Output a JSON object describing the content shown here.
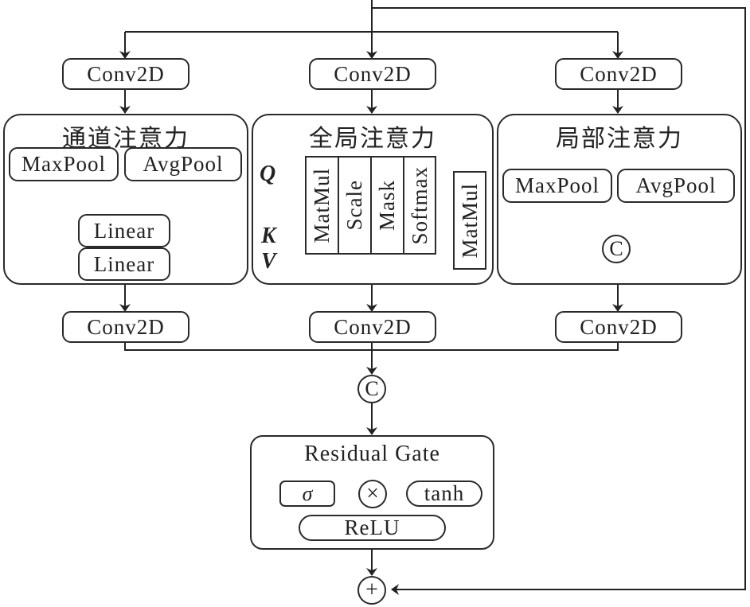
{
  "diagram": {
    "branches": {
      "conv_top": [
        "Conv2D",
        "Conv2D",
        "Conv2D"
      ],
      "conv_bottom": [
        "Conv2D",
        "Conv2D",
        "Conv2D"
      ]
    },
    "channel_attention": {
      "title": "通道注意力",
      "pool_left": "MaxPool",
      "pool_right": "AvgPool",
      "linear_1": "Linear",
      "linear_2": "Linear"
    },
    "global_attention": {
      "title": "全局注意力",
      "q_label": "Q",
      "k_label": "K",
      "v_label": "V",
      "stack": [
        "MatMul",
        "Scale",
        "Mask",
        "Softmax"
      ],
      "output_matmul": "MatMul"
    },
    "local_attention": {
      "title": "局部注意力",
      "pool_left": "MaxPool",
      "pool_right": "AvgPool",
      "concat": "C"
    },
    "concat_symbol": "C",
    "residual_gate": {
      "title": "Residual Gate",
      "sigma": "σ",
      "multiply": "×",
      "tanh": "tanh",
      "relu": "ReLU"
    },
    "add_symbol": "+"
  }
}
